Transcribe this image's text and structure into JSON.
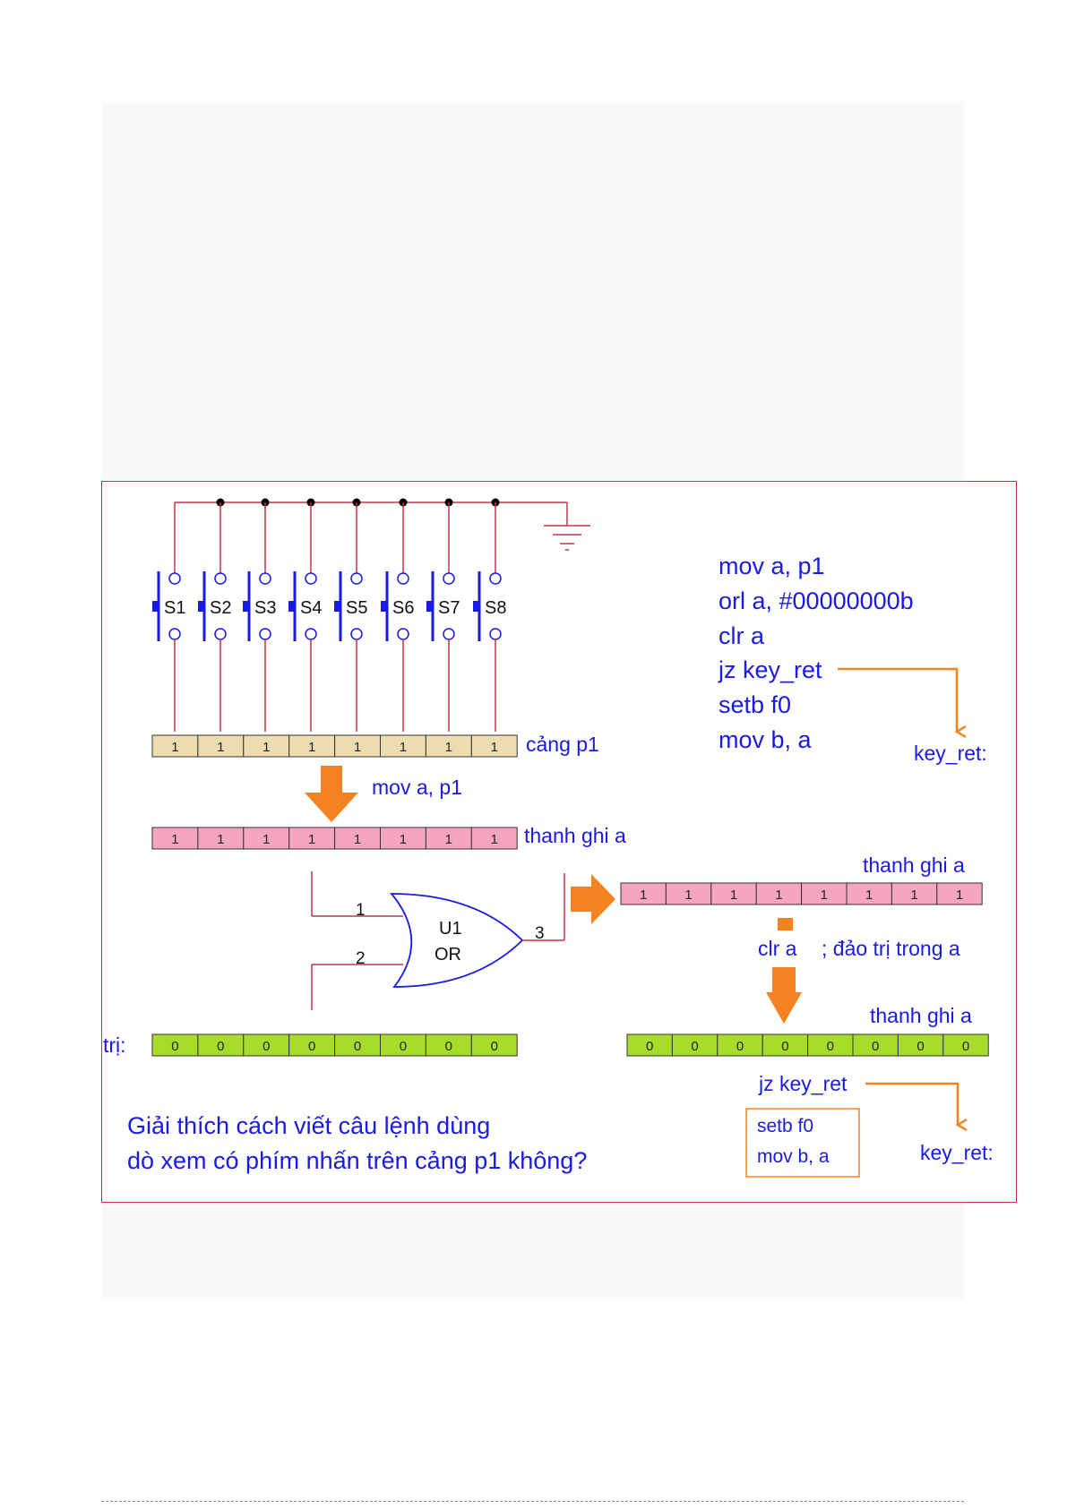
{
  "switches": [
    "S1",
    "S2",
    "S3",
    "S4",
    "S5",
    "S6",
    "S7",
    "S8"
  ],
  "code": [
    "mov a, p1",
    "orl a, #00000000b",
    "clr a",
    "jz key_ret",
    "setb f0",
    "mov b, a"
  ],
  "key_ret_label": "key_ret:",
  "port_row": {
    "label": "cảng p1",
    "values": [
      "1",
      "1",
      "1",
      "1",
      "1",
      "1",
      "1",
      "1"
    ],
    "color": "#ecdcb0"
  },
  "step1_label": "mov a, p1",
  "reg_row1": {
    "label": "thanh ghi a",
    "values": [
      "1",
      "1",
      "1",
      "1",
      "1",
      "1",
      "1",
      "1"
    ],
    "color": "#f4a6bf"
  },
  "gate": {
    "name": "U1",
    "type": "OR",
    "pins": [
      "1",
      "2",
      "3"
    ]
  },
  "value_row": {
    "label": "trị:",
    "values": [
      "0",
      "0",
      "0",
      "0",
      "0",
      "0",
      "0",
      "0"
    ],
    "color": "#a8dc2c"
  },
  "reg_row2": {
    "label": "thanh ghi a",
    "values": [
      "1",
      "1",
      "1",
      "1",
      "1",
      "1",
      "1",
      "1"
    ],
    "color": "#f4a6bf"
  },
  "clr_label": "clr a",
  "clr_comment": "; đảo trị trong a",
  "reg_row3": {
    "label": "thanh ghi a",
    "values": [
      "0",
      "0",
      "0",
      "0",
      "0",
      "0",
      "0",
      "0"
    ],
    "color": "#a8dc2c"
  },
  "jz_label": "jz key_ret",
  "box_lines": [
    "setb f0",
    "mov b, a"
  ],
  "key_ret_label2": "key_ret:",
  "question": [
    "Giải thích cách viết câu lệnh dùng",
    "dò xem có phím nhấn trên cảng p1 không?"
  ],
  "colors": {
    "wire": "#c0354a",
    "switch": "#1a1ae6",
    "arrow": "#f58220",
    "text": "#1a1ae6"
  }
}
